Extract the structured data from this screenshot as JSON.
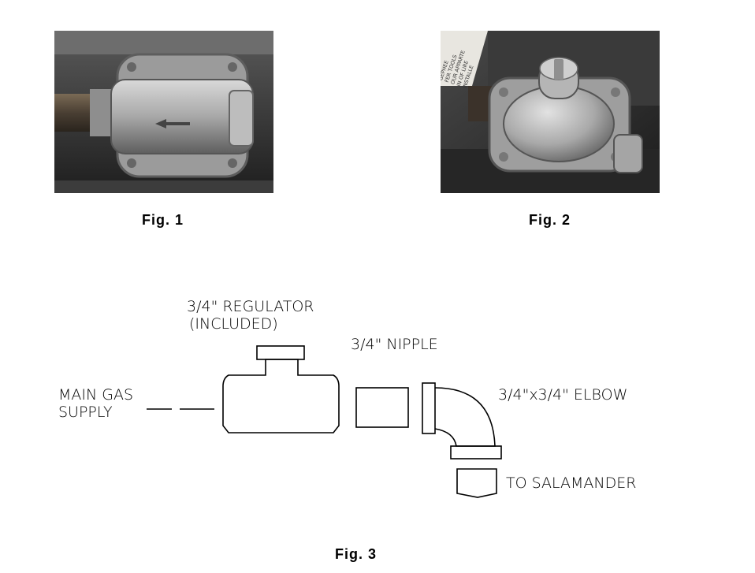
{
  "figures": {
    "fig1": {
      "caption": "Fig. 1"
    },
    "fig2": {
      "caption": "Fig. 2",
      "sticker_lines": [
        "GEPHEE",
        "FER TOOLS",
        "OUR APPARTE",
        "IN OF LIRE",
        "INSTALLE"
      ]
    },
    "fig3": {
      "caption": "Fig. 3",
      "labels": {
        "regulator_line1": "3/4\" REGULATOR",
        "regulator_line2": "(INCLUDED)",
        "nipple": "3/4\" NIPPLE",
        "supply_line1": "MAIN GAS",
        "supply_line2": "SUPPLY",
        "elbow": "3/4\"x3/4\" ELBOW",
        "salamander": "TO SALAMANDER"
      }
    }
  }
}
